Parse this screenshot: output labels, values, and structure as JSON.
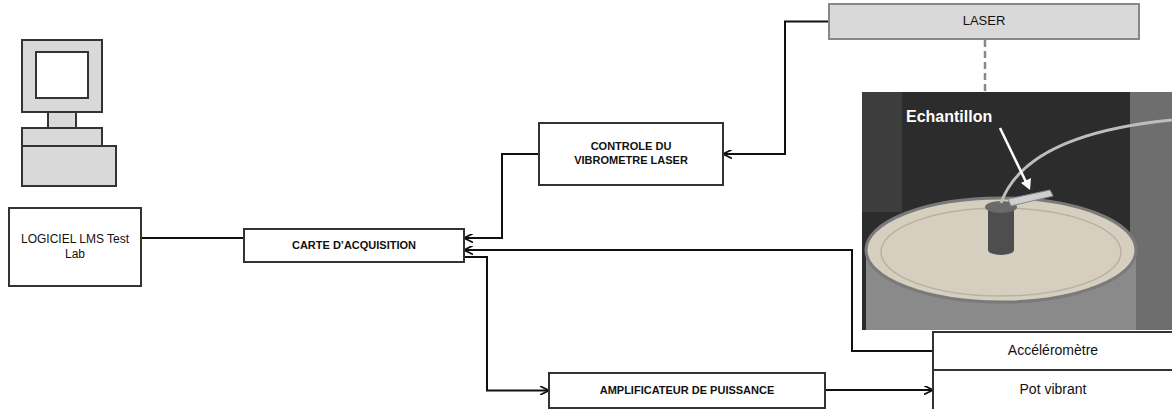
{
  "diagram": {
    "nodes": [
      {
        "text": [
          "LOGICIEL LMS Test Lab"
        ]
      },
      {
        "text": [
          "CARTE D’ACQUISITION"
        ]
      },
      {
        "text": [
          "CONTROLE DU VIBROMETRE LASER"
        ]
      },
      {
        "text": [
          "LASER"
        ]
      },
      {
        "text": [
          "AMPLIFICATEUR DE PUISSANCE"
        ]
      },
      {
        "text": [
          "Accéléromètre"
        ]
      },
      {
        "text": [
          "Pot vibrant"
        ]
      }
    ],
    "edges": [
      {
        "from": 3,
        "to": 2,
        "arrow": "to"
      },
      {
        "from": 2,
        "to": 1,
        "arrow": "to"
      },
      {
        "from": 5,
        "to": 1,
        "arrow": "to"
      },
      {
        "from": 1,
        "to": 4,
        "arrow": "to"
      },
      {
        "from": 4,
        "to": 6,
        "arrow": "to"
      },
      {
        "from": 0,
        "to": 1,
        "arrow": "none"
      }
    ],
    "labels": [
      "Echantillon"
    ]
  }
}
